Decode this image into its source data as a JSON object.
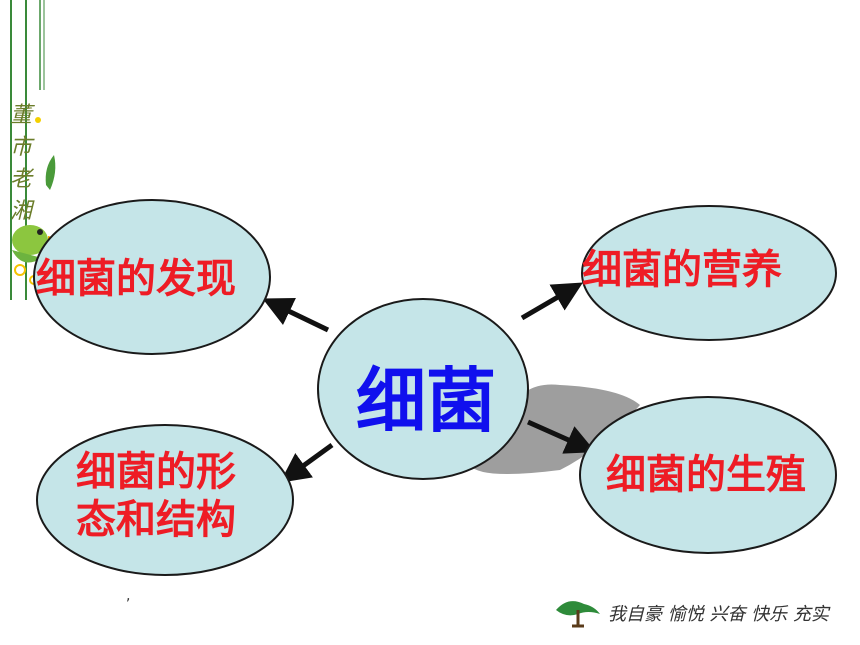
{
  "side_title": [
    "董",
    "市",
    "老",
    "湘"
  ],
  "center": {
    "label": "细菌"
  },
  "nodes": [
    {
      "id": "discovery",
      "label": "细菌的发现"
    },
    {
      "id": "nutrition",
      "label": "细菌的营养"
    },
    {
      "id": "form_structure",
      "label_line1": "细菌的形",
      "label_line2": "态和结构"
    },
    {
      "id": "reproduction",
      "label": "细菌的生殖"
    }
  ],
  "footer": {
    "text": "我自豪 愉悦 兴奋 快乐 充实"
  },
  "colors": {
    "ellipse_fill": "#c5e5e8",
    "ellipse_stroke": "#1a1a1a",
    "node_text": "#ee1c25",
    "center_text": "#1010ee",
    "shadow": "#9e9e9e",
    "deco_green": "#3a8a3a"
  },
  "icons": {
    "corner_decoration": "bird-flower-icon",
    "footer": "tree-icon"
  }
}
